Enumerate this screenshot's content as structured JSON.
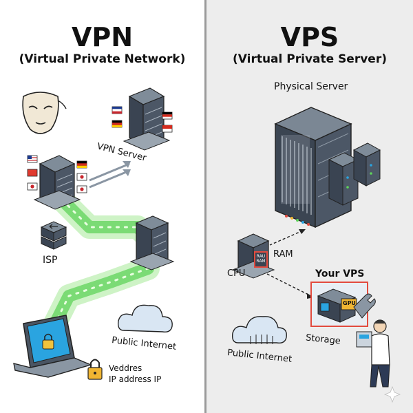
{
  "vpn": {
    "title": "VPN",
    "subtitle": "(Virtual Private Network)",
    "labels": {
      "vpn_server": "VPN Server",
      "isp": "ISP",
      "public_internet": "Public Internet",
      "ip_line1": "Veddres",
      "ip_line2": "IP address IP"
    }
  },
  "vps": {
    "title": "VPS",
    "subtitle": "(Virtual Private Server)",
    "labels": {
      "physical_server": "Physical Server",
      "ram": "RAM",
      "ram_chip": "RAU RAM",
      "cpu": "CPU",
      "your_vps": "Your VPS",
      "gpu_chip": "GPU",
      "storage": "Storage",
      "public_internet": "Public Internet"
    }
  },
  "colors": {
    "tunnel": "#5fd35a",
    "server_top": "#6f7d8c",
    "server_body": "#3b4552",
    "cloud": "#d4e3f2",
    "highlight": "#e24b3f"
  }
}
